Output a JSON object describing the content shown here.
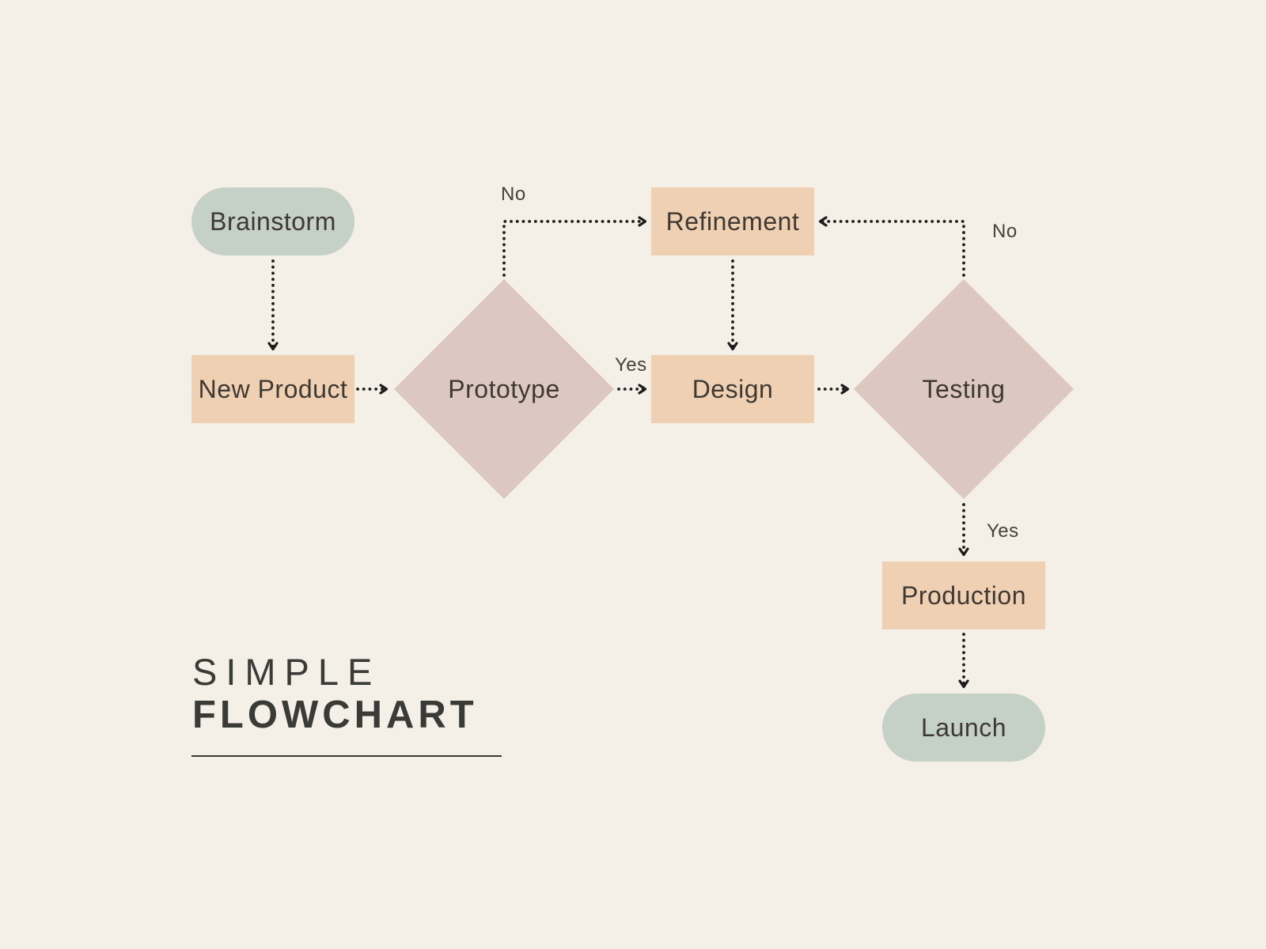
{
  "title": {
    "line1": "SIMPLE",
    "line2": "FLOWCHART"
  },
  "colors": {
    "bg": "#f4efe7",
    "terminal": "#c5d1c6",
    "process": "#f0d0b3",
    "decision": "#dcc8c0",
    "node-text": "#3e3933",
    "label-text": "#474138",
    "title-text": "#3a3a37",
    "arrow": "#1e1d1b"
  },
  "nodes": [
    {
      "id": "brainstorm",
      "type": "terminal",
      "label": "Brainstorm"
    },
    {
      "id": "new-product",
      "type": "process",
      "label": "New Product"
    },
    {
      "id": "prototype",
      "type": "decision",
      "label": "Prototype"
    },
    {
      "id": "refinement",
      "type": "process",
      "label": "Refinement"
    },
    {
      "id": "design",
      "type": "process",
      "label": "Design"
    },
    {
      "id": "testing",
      "type": "decision",
      "label": "Testing"
    },
    {
      "id": "production",
      "type": "process",
      "label": "Production"
    },
    {
      "id": "launch",
      "type": "terminal",
      "label": "Launch"
    }
  ],
  "edges": [
    {
      "from": "Brainstorm",
      "to": "New Product",
      "label": ""
    },
    {
      "from": "New Product",
      "to": "Prototype",
      "label": ""
    },
    {
      "from": "Prototype",
      "to": "Refinement",
      "label": "No"
    },
    {
      "from": "Prototype",
      "to": "Design",
      "label": "Yes"
    },
    {
      "from": "Refinement",
      "to": "Design",
      "label": ""
    },
    {
      "from": "Design",
      "to": "Testing",
      "label": ""
    },
    {
      "from": "Testing",
      "to": "Refinement",
      "label": "No"
    },
    {
      "from": "Testing",
      "to": "Production",
      "label": "Yes"
    },
    {
      "from": "Production",
      "to": "Launch",
      "label": ""
    }
  ]
}
